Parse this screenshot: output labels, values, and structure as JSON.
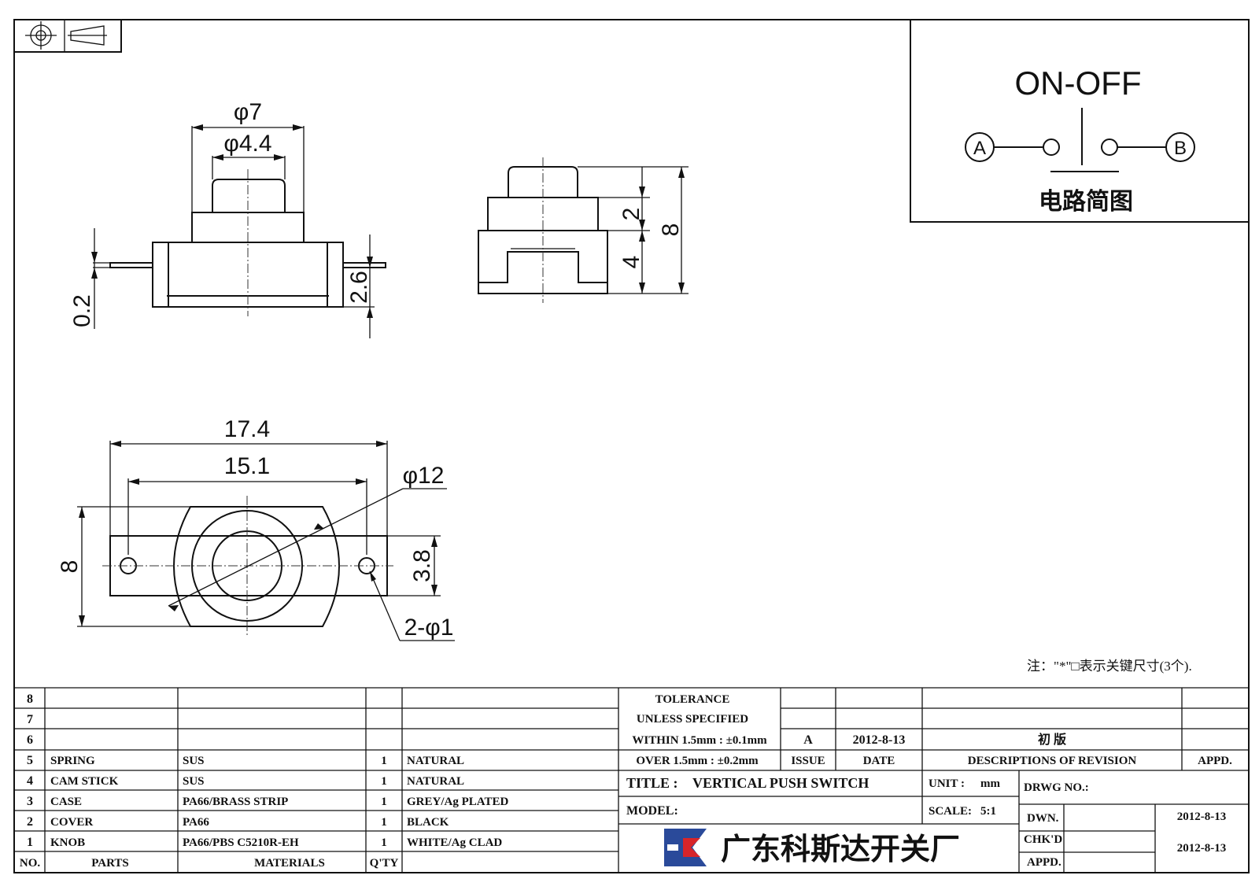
{
  "drawing": {
    "dims": {
      "d7": "φ7",
      "d44": "φ4.4",
      "d02": "0.2",
      "d26": "2.6",
      "h2": "2",
      "h4": "4",
      "h8": "8",
      "w174": "17.4",
      "w151": "15.1",
      "d12": "φ12",
      "h8b": "8",
      "h38": "3.8",
      "holes": "2-φ1"
    },
    "note": "注：\"*\"□表示关键尺寸(3个)."
  },
  "circuit": {
    "title": "ON-OFF",
    "term_a": "A",
    "term_b": "B",
    "caption": "电路简图"
  },
  "parts": {
    "row_numbers": [
      "8",
      "7",
      "6"
    ],
    "items": [
      {
        "no": "5",
        "part": "SPRING",
        "material": "SUS",
        "qty": "1",
        "finish": "NATURAL"
      },
      {
        "no": "4",
        "part": "CAM STICK",
        "material": "SUS",
        "qty": "1",
        "finish": "NATURAL"
      },
      {
        "no": "3",
        "part": "CASE",
        "material": "PA66/BRASS STRIP",
        "qty": "1",
        "finish": "GREY/Ag PLATED"
      },
      {
        "no": "2",
        "part": "COVER",
        "material": "PA66",
        "qty": "1",
        "finish": "BLACK"
      },
      {
        "no": "1",
        "part": "KNOB",
        "material": "PA66/PBS C5210R-EH",
        "qty": "1",
        "finish": "WHITE/Ag CLAD"
      }
    ],
    "headers": {
      "no": "NO.",
      "parts": "PARTS",
      "materials": "MATERIALS",
      "qty": "Q'TY"
    }
  },
  "tolerance": {
    "line1": "TOLERANCE",
    "line2": "UNLESS  SPECIFIED",
    "line3": "WITHIN 1.5mm : ±0.1mm",
    "line4": "OVER 1.5mm : ±0.2mm"
  },
  "revision": {
    "issue": "A",
    "date": "2012-8-13",
    "description": "初  版",
    "headers": {
      "issue": "ISSUE",
      "date": "DATE",
      "description": "DESCRIPTIONS OF REVISION",
      "appd": "APPD."
    }
  },
  "title_block": {
    "title_label": "TITLE :",
    "title": "VERTICAL PUSH SWITCH",
    "unit_label": "UNIT :",
    "unit": "mm",
    "drwg_label": "DRWG NO.:",
    "model_label": "MODEL:",
    "scale_label": "SCALE:",
    "scale": "5:1",
    "dwn_label": "DWN.",
    "dwn_date": "2012-8-13",
    "chkd_label": "CHK'D",
    "appd_label": "APPD.",
    "chkd_date": "2012-8-13",
    "company": "广东科斯达开关厂"
  },
  "colors": {
    "ink": "#111111",
    "logo_blue": "#2a4a9a",
    "logo_red": "#d8252a"
  }
}
